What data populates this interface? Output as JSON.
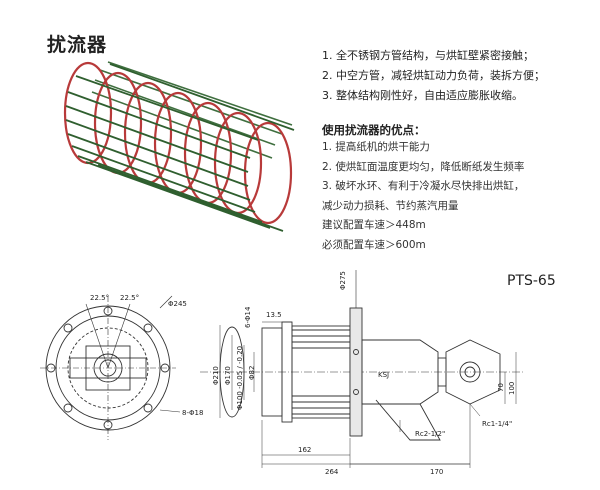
{
  "page": {
    "title": "扰流器",
    "features": [
      "1. 全不锈钢方管结构，与烘缸壁紧密接触；",
      "2. 中空方管，减轻烘缸动力负荷，装拆方便；",
      "3. 整体结构刚性好，自由适应膨胀收缩。"
    ],
    "advantages_title": "使用扰流器的优点：",
    "advantages": [
      "1. 提高纸机的烘干能力",
      "2. 使烘缸面温度更均匀，降低断纸发生频率",
      "3. 破坏水环、有利于冷凝水尽快排出烘缸，",
      "减少动力损耗、节约蒸汽用量",
      "建议配置车速＞448m",
      "必须配置车速＞600m"
    ],
    "model": "PTS-65"
  },
  "drawing": {
    "logo": "KSJ",
    "dims": {
      "angle_left": "22.5°",
      "angle_right": "22.5°",
      "d245": "Φ245",
      "bolts": "8-Φ18",
      "six_holes": "6-Φ14",
      "d275": "Φ275",
      "d135": "13.5",
      "d210": "Φ210",
      "d170": "Φ170",
      "d100": "Φ100 -0.05 / -0.20",
      "d82": "Φ82",
      "rc2": "Rc2-1/2\"",
      "rc1": "Rc1-1/4\"",
      "d70": "70",
      "d100b": "100",
      "d162": "162",
      "d264": "264",
      "d170b": "170"
    }
  }
}
